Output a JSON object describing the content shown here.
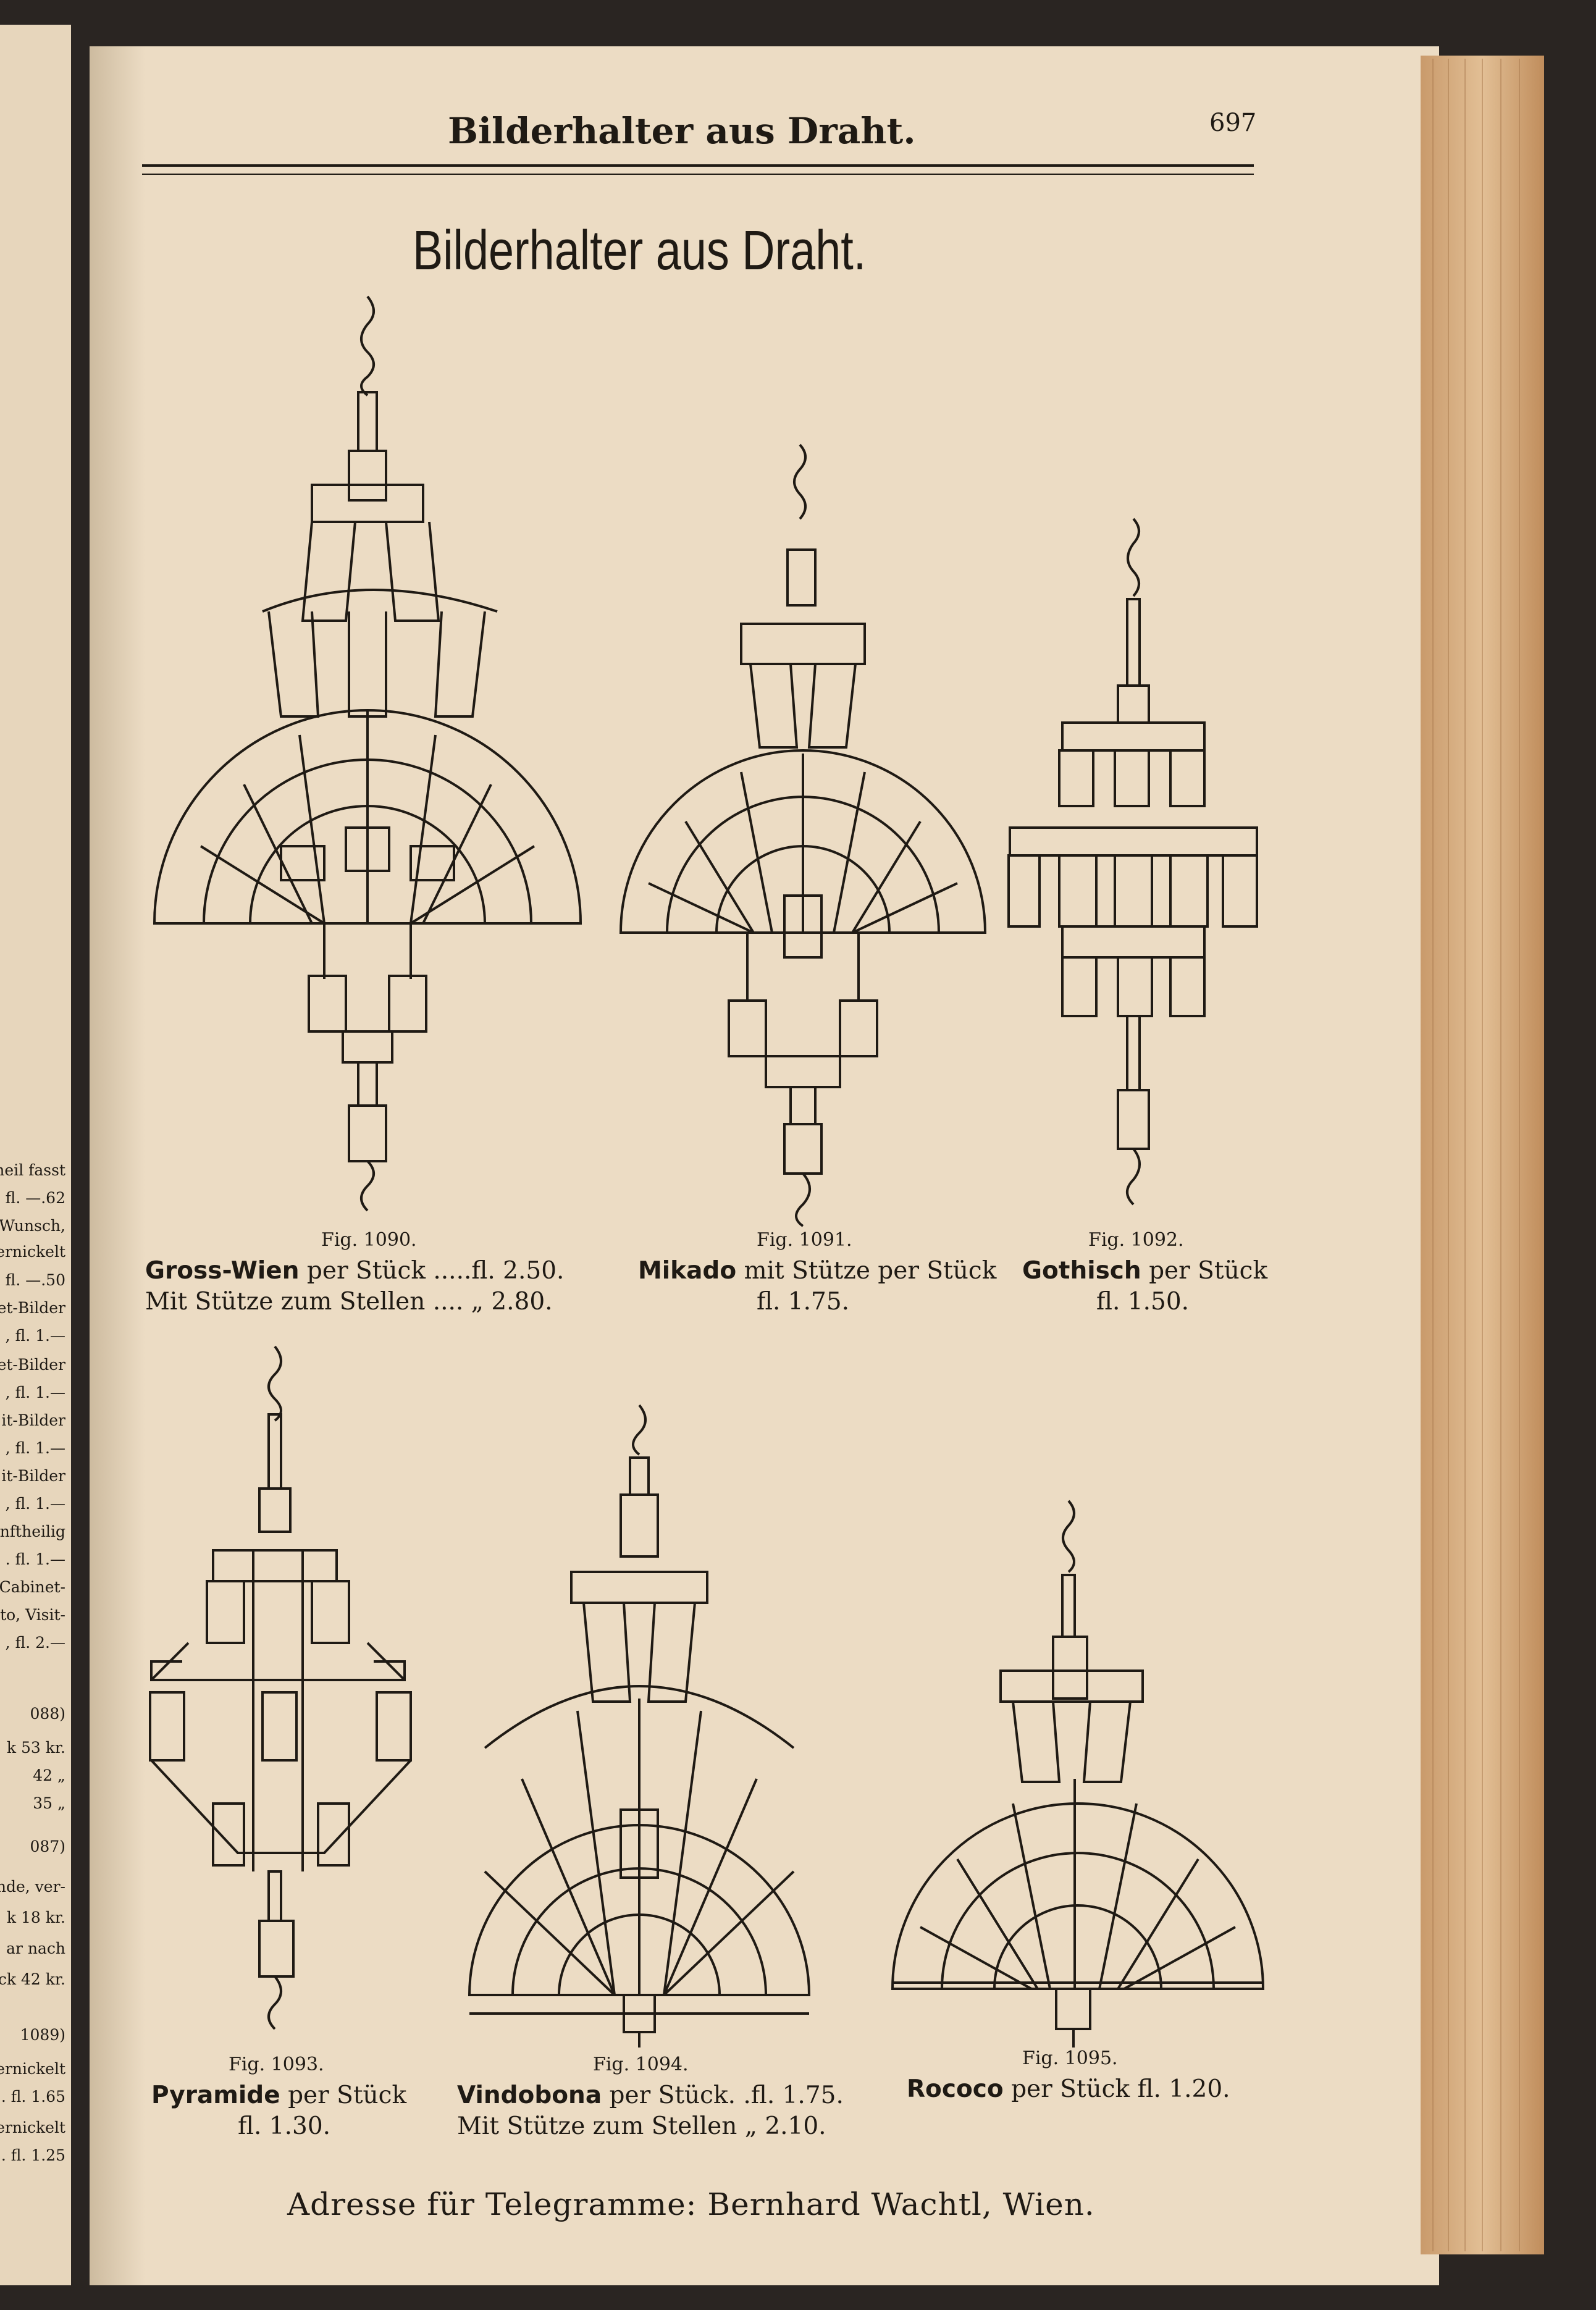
{
  "header": {
    "running_title": "Bilderhalter aus Draht.",
    "page_number": "697"
  },
  "main_title": "Bilderhalter aus Draht.",
  "figures": [
    {
      "fig": "Fig. 1090.",
      "name": "Gross-Wien",
      "line1": "per Stück .....fl. 2.50.",
      "line2": "Mit Stütze zum Stellen .... „ 2.80."
    },
    {
      "fig": "Fig. 1091.",
      "name": "Mikado",
      "line1": "mit Stütze per Stück",
      "line2": "fl. 1.75."
    },
    {
      "fig": "Fig. 1092.",
      "name": "Gothisch",
      "line1": "per Stück",
      "line2": "fl. 1.50."
    },
    {
      "fig": "Fig. 1093.",
      "name": "Pyramide",
      "line1": "per Stück",
      "line2": "fl. 1.30."
    },
    {
      "fig": "Fig. 1094.",
      "name": "Vindobona",
      "line1": "per Stück. .fl. 1.75.",
      "line2": "Mit Stütze zum Stellen „ 2.10."
    },
    {
      "fig": "Fig. 1095.",
      "name": "Rococo",
      "line1": "per Stück fl. 1.20.",
      "line2": ""
    }
  ],
  "footer": "Adresse für Telegramme: Bernhard Wachtl, Wien.",
  "left_page_fragments": [
    "heil fasst",
    ", fl. —.62",
    "Wunsch,",
    "ernickelt",
    ", fl. —.50",
    "et-Bilder",
    ", fl. 1.—",
    "et-Bilder",
    ", fl. 1.—",
    "it-Bilder",
    ", fl. 1.—",
    "it-Bilder",
    ", fl. 1.—",
    "inftheilig",
    ". fl. 1.—",
    "Cabinet-",
    "ito, Visit-",
    ", fl. 2.—",
    "088)",
    "k 53 kr.",
    "42 „",
    "35 „",
    "087)",
    "nde, ver-",
    "k 18 kr.",
    "ar nach",
    "ck 42 kr.",
    "1089)",
    "ernickelt",
    ". fl. 1.65",
    "ernickelt",
    ". fl. 1.25"
  ],
  "colors": {
    "paper": "#ecdcc4",
    "ink": "#1f1a14",
    "page_edge": "#d9b48a",
    "binding": "#2a2522"
  }
}
